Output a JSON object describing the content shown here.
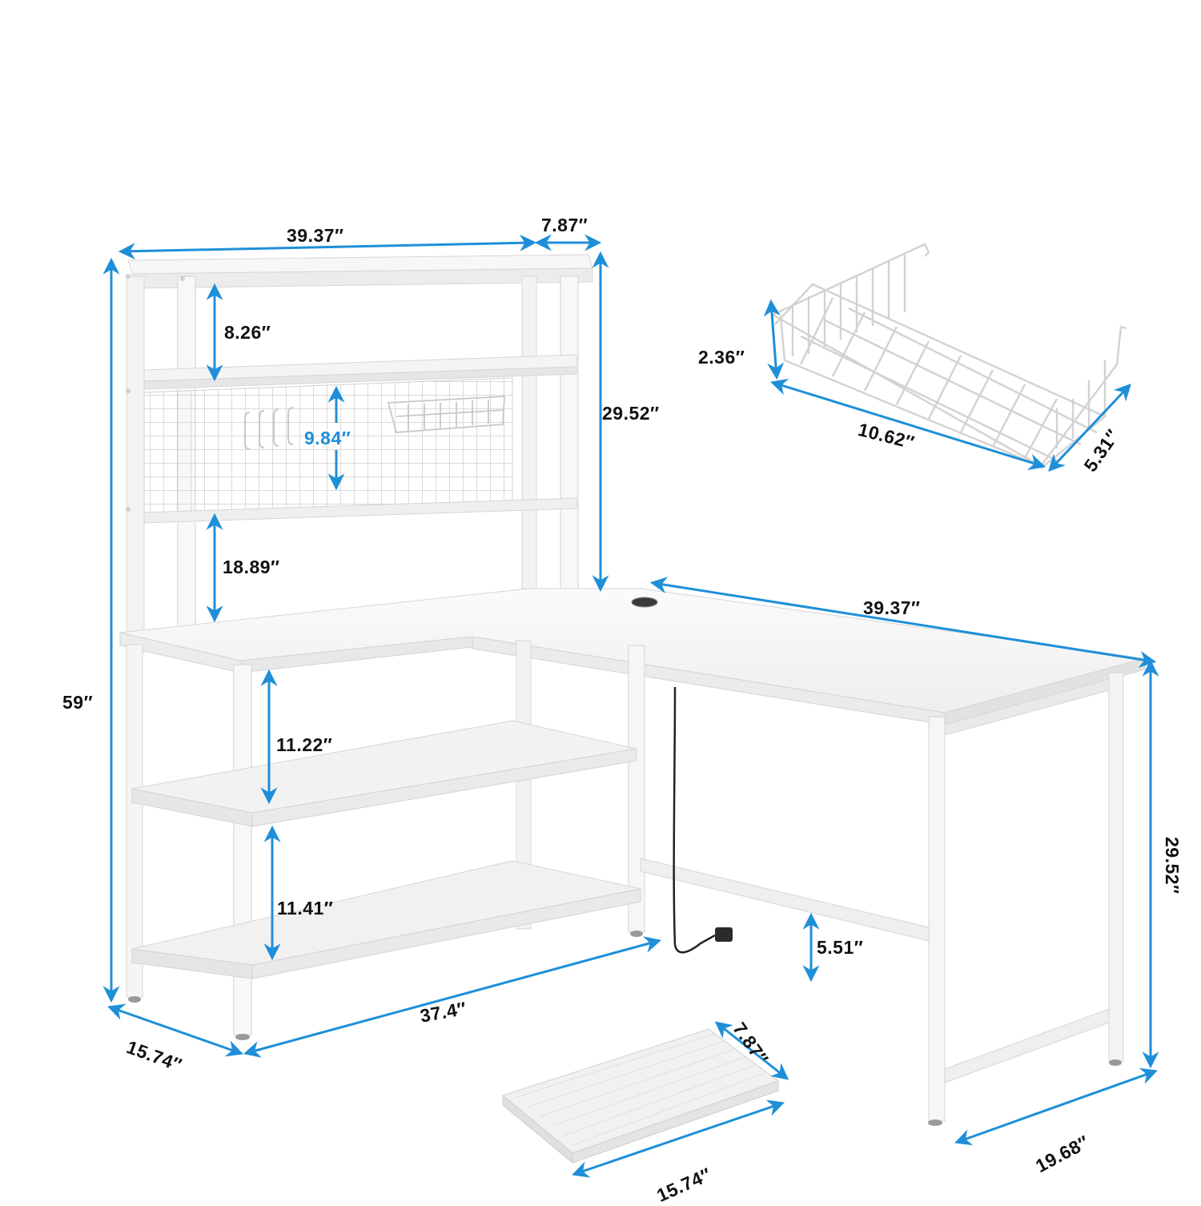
{
  "colors": {
    "dimension_arrow": "#1e8fd8",
    "label_text": "#111111",
    "highlight_label": "#1e8fd8",
    "furniture_white": "#f4f4f4",
    "furniture_edge": "#d4d4d4",
    "cable": "#222222"
  },
  "desk": {
    "hutch": {
      "width": "39.37″",
      "depth": "7.87″",
      "height_above_desk": "29.52″",
      "top_shelf_gap": "8.26″",
      "pegboard_height": "9.84″",
      "lower_gap": "18.89″"
    },
    "overall_height": "59″",
    "side_shelves": {
      "upper_gap": "11.22″",
      "lower_gap": "11.41″",
      "depth": "15.74″",
      "length": "37.4″"
    },
    "main_desk": {
      "length": "39.37″",
      "height": "29.52″",
      "depth": "19.68″",
      "crossbar_clearance": "5.51″"
    }
  },
  "accessories": {
    "basket": {
      "height": "2.36″",
      "length": "10.62″",
      "depth": "5.31″"
    },
    "footrest": {
      "depth": "7.87″",
      "length": "15.74″"
    }
  },
  "icons": {
    "grommet": "cable-grommet-icon",
    "power_strip": "power-outlet-icon",
    "hook": "s-hook-icon"
  }
}
